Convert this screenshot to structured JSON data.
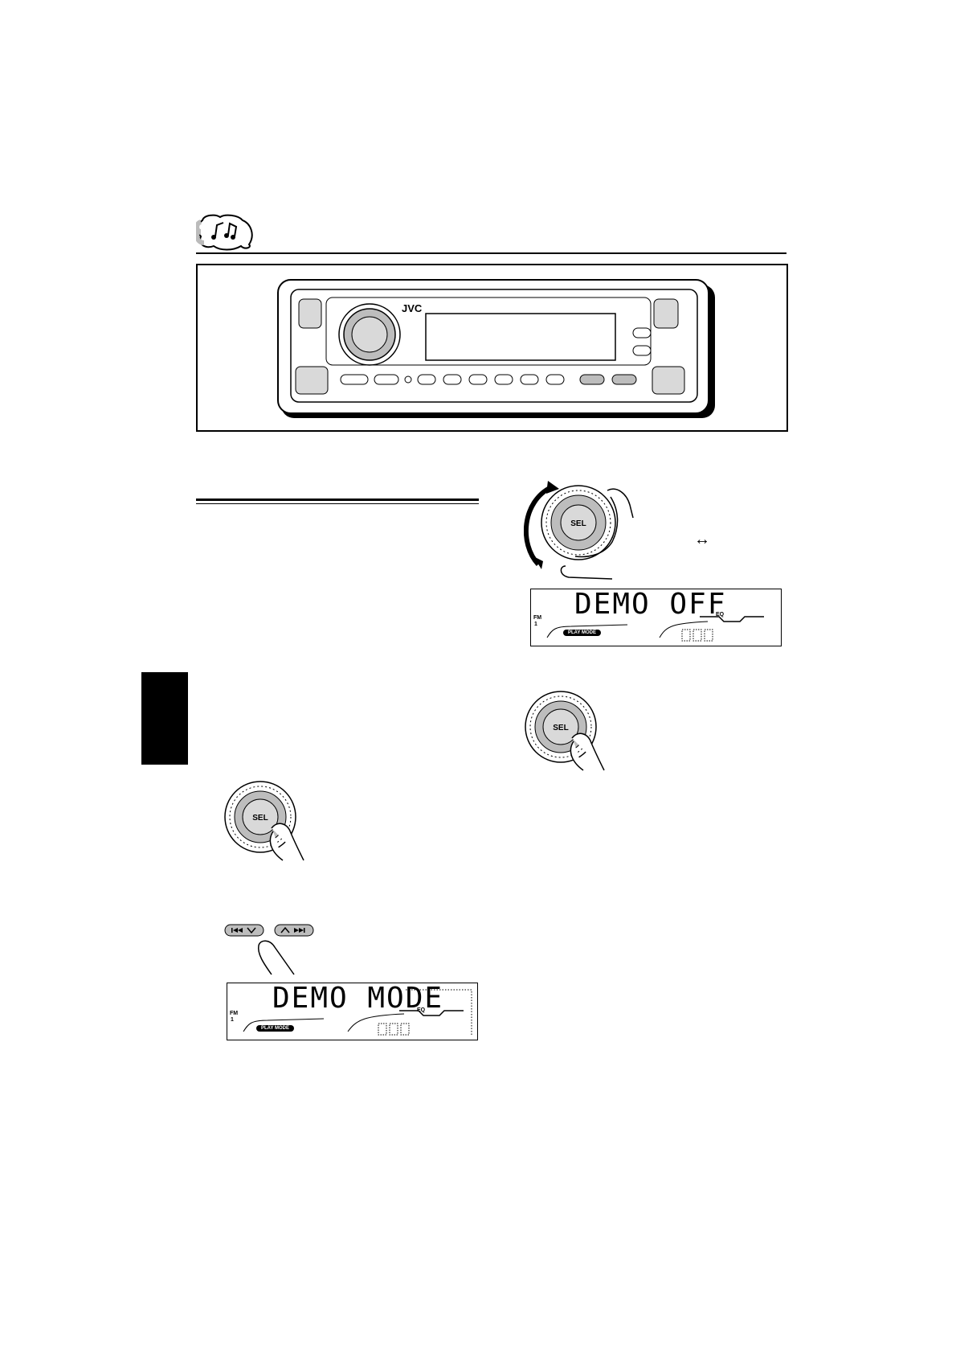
{
  "unit": {
    "brand": "JVC"
  },
  "knob": {
    "label": "SEL"
  },
  "arrow_glyph": "↔",
  "displays": {
    "demo_off": {
      "main_text": "DEMO OFF",
      "band": "FM",
      "band_number": "1",
      "play_mode_label": "PLAY MODE",
      "eq_label": "EQ"
    },
    "demo_mode": {
      "main_text": "DEMO MODE",
      "band": "FM",
      "band_number": "1",
      "play_mode_label": "PLAY MODE",
      "eq_label": "EQ"
    }
  },
  "colors": {
    "ink": "#000000",
    "panel_grey": "#d9d9d9",
    "button_grey": "#bdbdbd",
    "tab_black": "#000000"
  }
}
